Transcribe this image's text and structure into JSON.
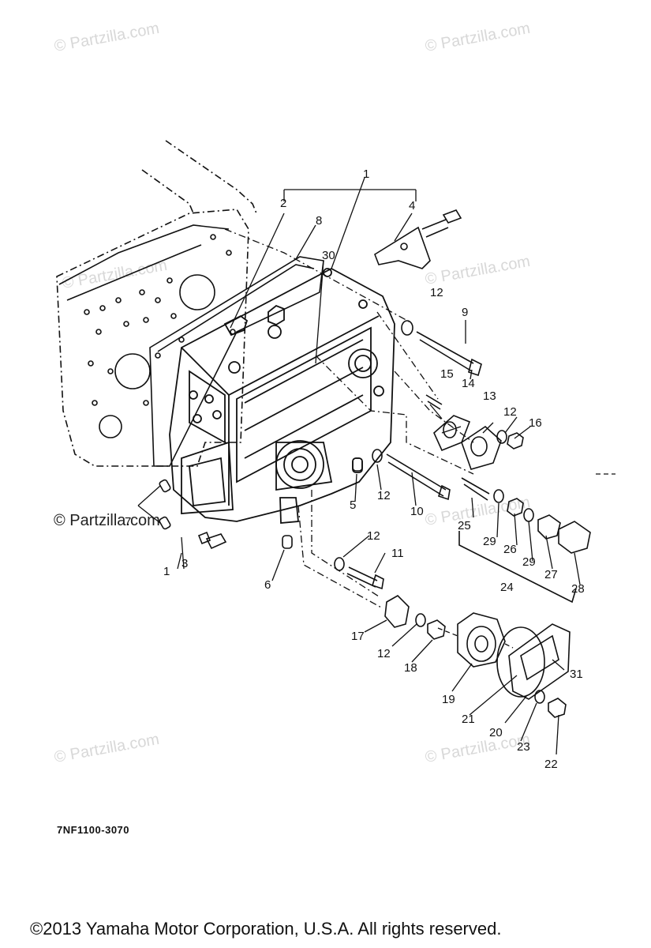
{
  "diagram_code": "7NF1100-3070",
  "copyright": "©2013  Yamaha Motor Corporation, U.S.A. All rights reserved.",
  "watermark_text": "© Partzilla.com",
  "part_labels": [
    "1",
    "2",
    "4",
    "8",
    "30",
    "12",
    "9",
    "15",
    "14",
    "13",
    "12",
    "16",
    "5",
    "12",
    "10",
    "25",
    "29",
    "26",
    "29",
    "27",
    "28",
    "24",
    "7",
    "3",
    "1",
    "6",
    "12",
    "11",
    "17",
    "12",
    "18",
    "19",
    "31",
    "21",
    "20",
    "23",
    "22"
  ]
}
